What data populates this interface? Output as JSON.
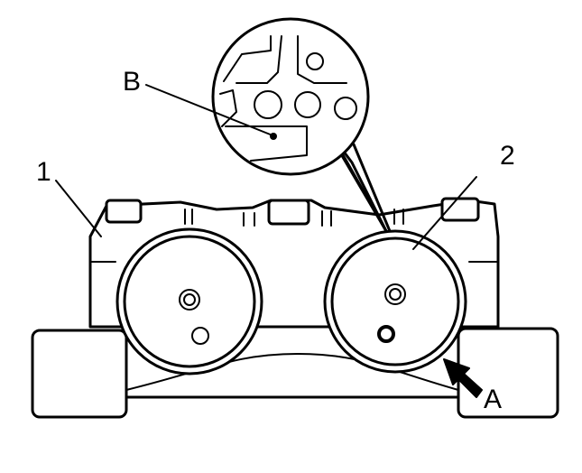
{
  "labels": {
    "part_1": "1",
    "part_2": "2",
    "detail_b": "B",
    "arrow_a": "A"
  },
  "colors": {
    "ink": "#000000",
    "paper": "#ffffff"
  }
}
